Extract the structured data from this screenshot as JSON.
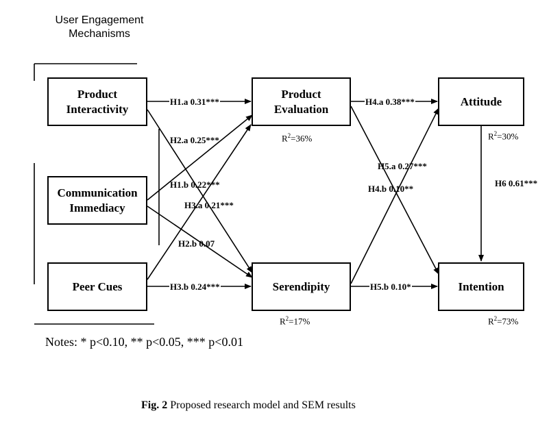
{
  "group_title_line1": "User Engagement",
  "group_title_line2": "Mechanisms",
  "boxes": {
    "product_interactivity": [
      "Product",
      "Interactivity"
    ],
    "communication_immediacy": [
      "Communication",
      "Immediacy"
    ],
    "peer_cues": [
      "Peer Cues"
    ],
    "product_evaluation": [
      "Product",
      "Evaluation"
    ],
    "serendipity": [
      "Serendipity"
    ],
    "attitude": [
      "Attitude"
    ],
    "intention": [
      "Intention"
    ]
  },
  "paths": {
    "h1a": "H1.a 0.31***",
    "h2a": "H2.a 0.25***",
    "h1b": "H1.b 0.22***",
    "h3a": "H3.a 0.21***",
    "h2b": "H2.b 0.07",
    "h3b": "H3.b 0.24***",
    "h4a": "H4.a 0.38***",
    "h5a": "H5.a 0.27***",
    "h4b": "H4.b 0.10**",
    "h5b": "H5.b 0.10*",
    "h6": "H6 0.61***"
  },
  "r2": {
    "product_evaluation": "=36%",
    "attitude": "=30%",
    "serendipity": "=17%",
    "intention": "=73%"
  },
  "r2_prefix": "R",
  "r2_sup": "2",
  "notes": "Notes: * p<0.10, ** p<0.05, *** p<0.01",
  "caption_label": "Fig. 2",
  "caption_text": " Proposed research model and SEM results"
}
